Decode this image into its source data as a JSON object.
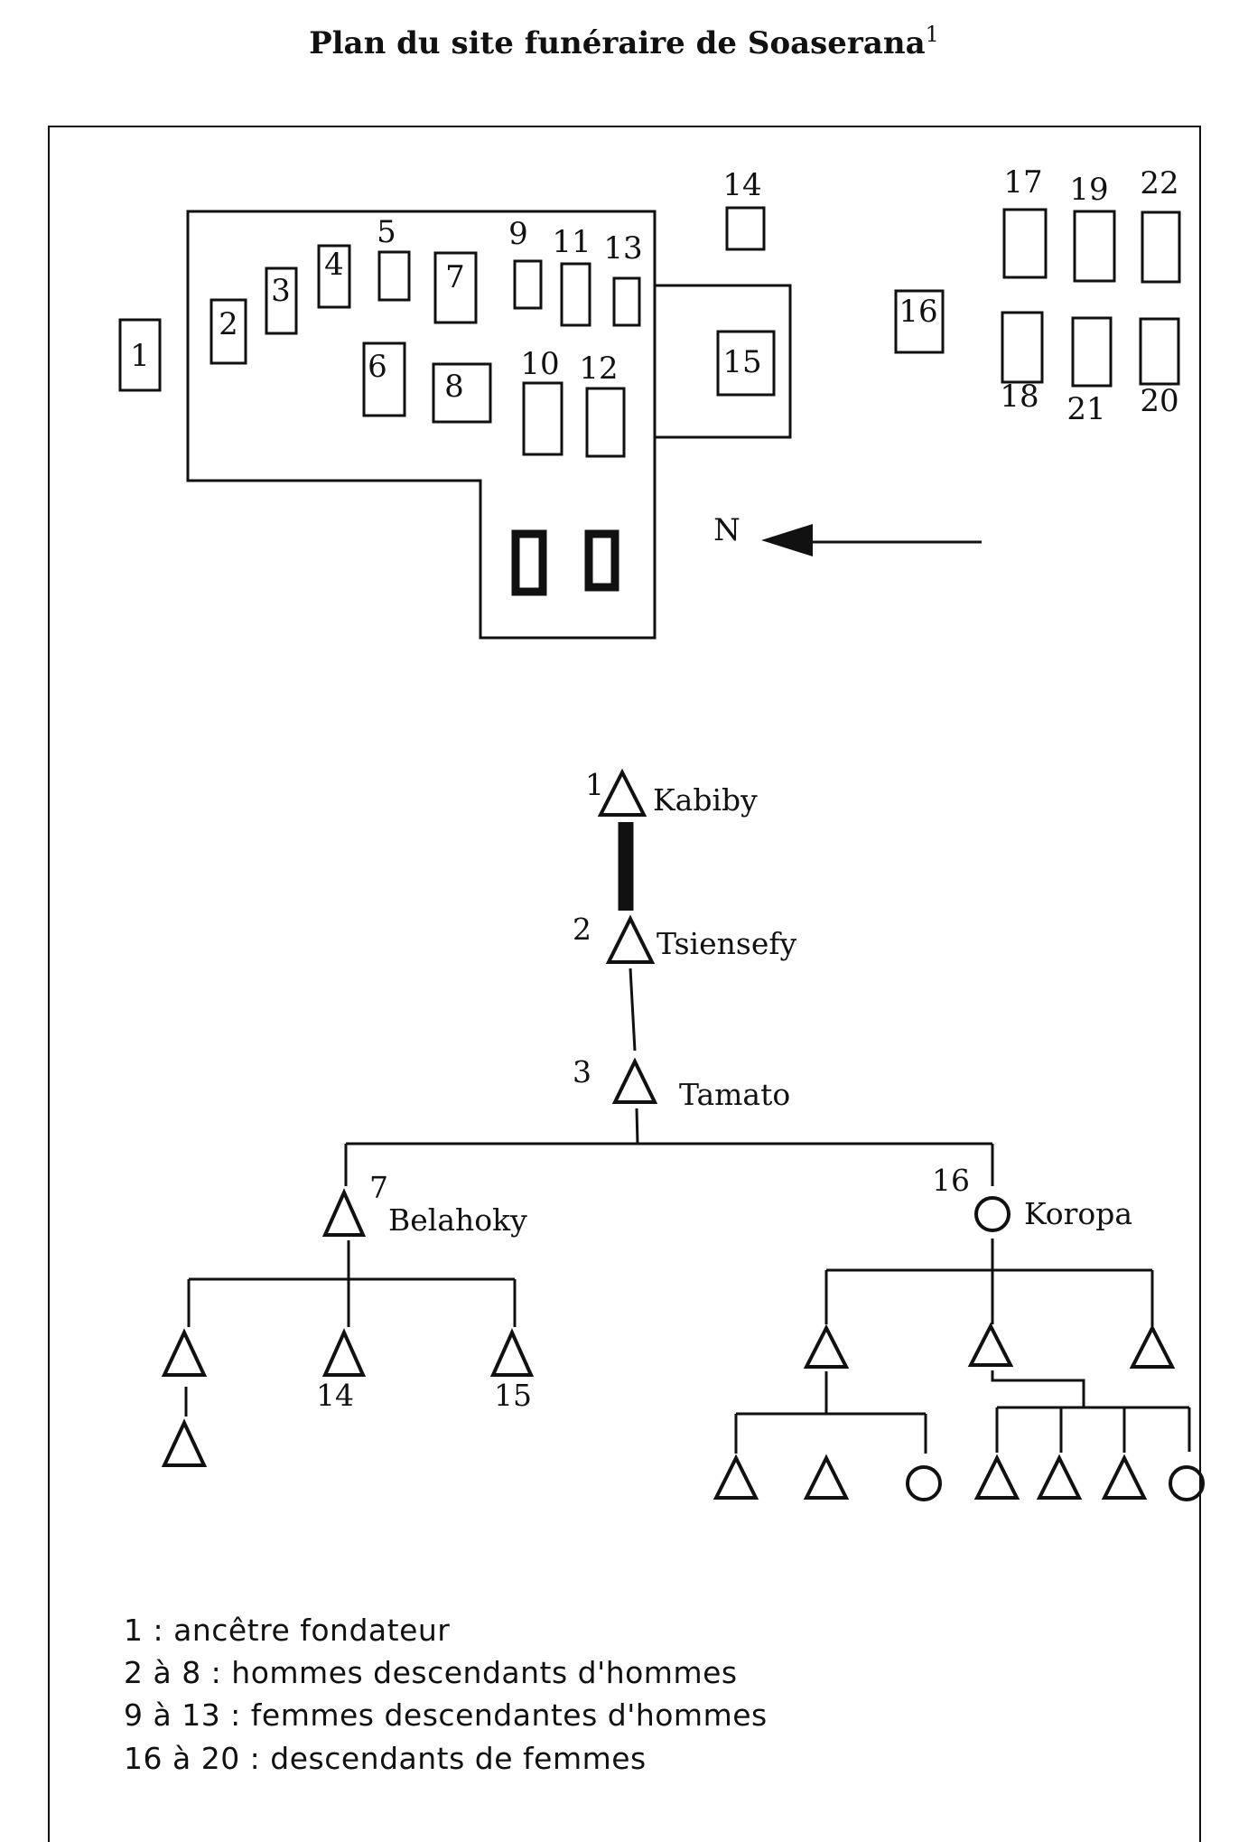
{
  "title": {
    "text": "Plan du site funéraire de Soaserana",
    "footnote": "1"
  },
  "plan": {
    "tomb_labels": {
      "t1": "1",
      "t2": "2",
      "t3": "3",
      "t4": "4",
      "t5": "5",
      "t6": "6",
      "t7": "7",
      "t8": "8",
      "t9": "9",
      "t10": "10",
      "t11": "11",
      "t12": "12",
      "t13": "13",
      "t14": "14",
      "t15": "15",
      "t16": "16",
      "t17": "17",
      "t18": "18",
      "t19": "19",
      "t20": "20",
      "t21": "21",
      "t22": "22"
    },
    "north_label": "N"
  },
  "genealogy": {
    "kabiby": {
      "number": "1",
      "name": "Kabiby"
    },
    "tsiensefy": {
      "number": "2",
      "name": "Tsiensefy"
    },
    "tamato": {
      "number": "3",
      "name": "Tamato"
    },
    "belahoky": {
      "number": "7",
      "name": "Belahoky"
    },
    "koropa": {
      "number": "16",
      "name": "Koropa"
    },
    "child14": "14",
    "child15": "15"
  },
  "legend": [
    "1 : ancêtre fondateur",
    "2 à 8 : hommes descendants d'hommes",
    "9 à 13 : femmes descendantes d'hommes",
    "16 à 20 : descendants de femmes"
  ]
}
